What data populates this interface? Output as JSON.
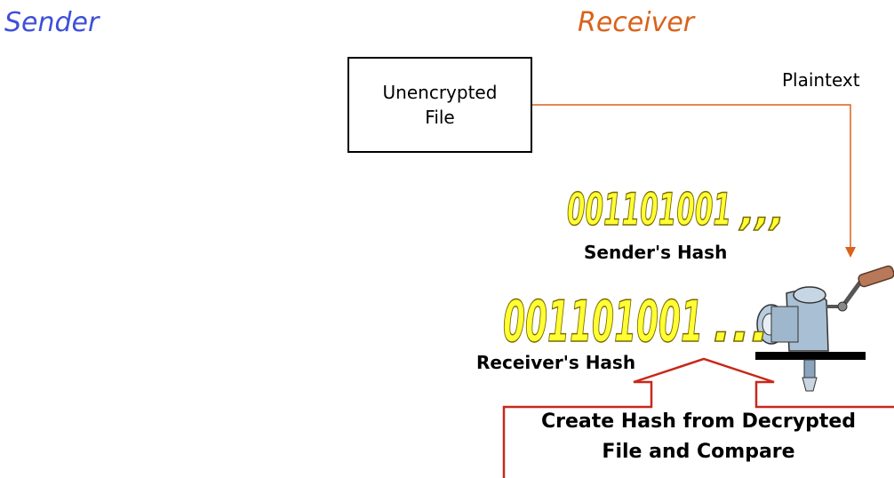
{
  "headings": {
    "sender": "Sender",
    "receiver": "Receiver"
  },
  "file_box": {
    "line1": "Unencrypted",
    "line2": "File"
  },
  "plaintext_label": "Plaintext",
  "sender_hash": {
    "bits": "001101001",
    "dots": ",,,",
    "label": "Sender's Hash"
  },
  "receiver_hash": {
    "bits": "001101001",
    "dots": "...",
    "label": "Receiver's Hash"
  },
  "callout": {
    "line1": "Create Hash from Decrypted",
    "line2": "File and Compare"
  },
  "colors": {
    "sender_heading": "#3f4fd8",
    "receiver_heading": "#d9621b",
    "arrow": "#d9621b",
    "binary_fill": "#ffff33",
    "binary_stroke": "#7a6a00"
  },
  "icons": [
    "meat-grinder-icon"
  ]
}
